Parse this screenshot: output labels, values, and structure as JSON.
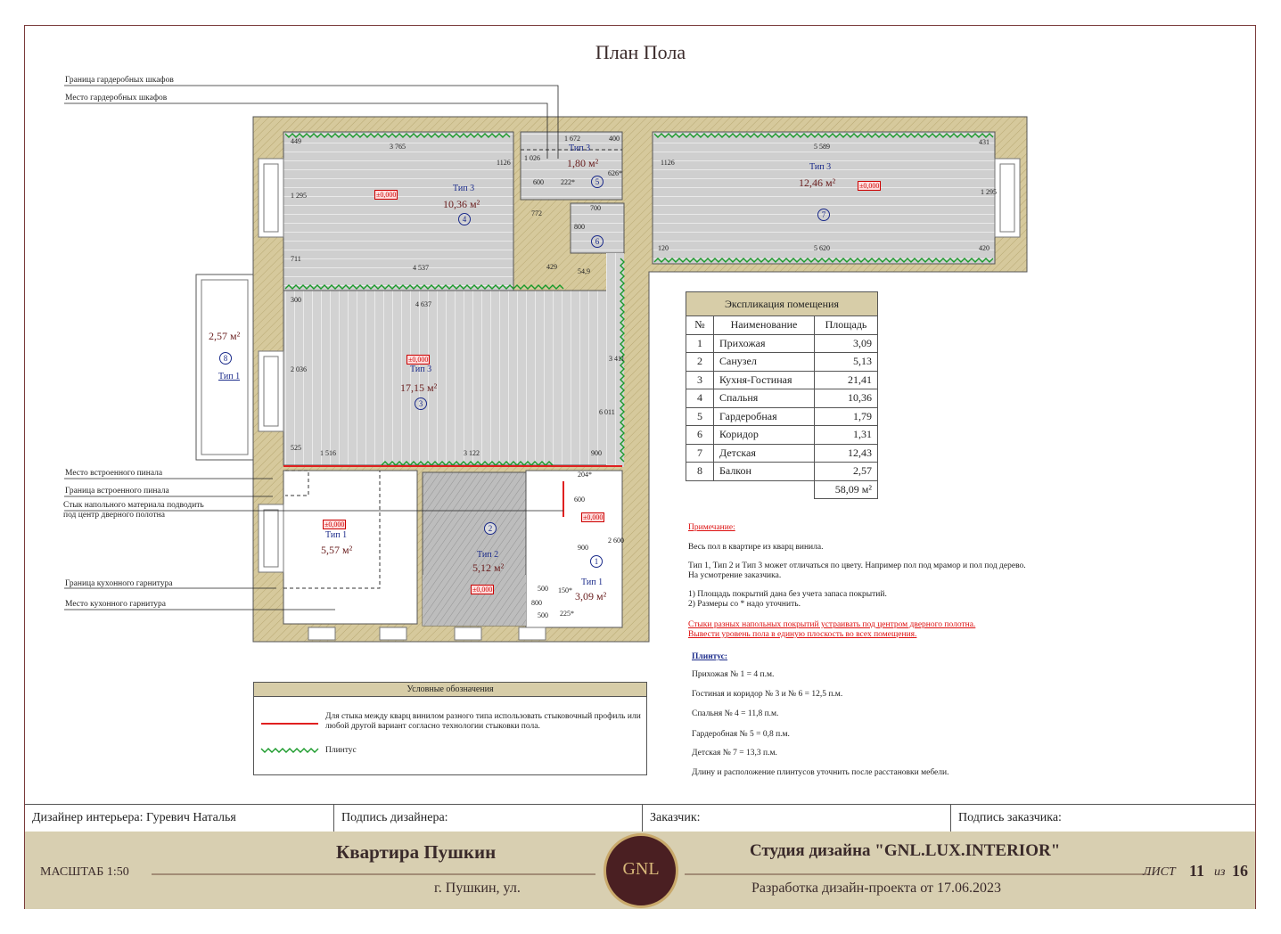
{
  "page_title": "План Пола",
  "callouts": {
    "wardrobe_border": "Граница гардеробных шкафов",
    "wardrobe_place": "Место гардеробных шкафов",
    "builtin_place": "Место встроенного пинала",
    "builtin_border": "Граница встроенного пинала",
    "joint_note_1": "Стык напольного материала подводить",
    "joint_note_2": "под центр дверного полотна",
    "kitchen_border": "Граница кухонного гарнитура",
    "kitchen_place": "Место кухонного гарнитура"
  },
  "rooms": [
    {
      "num": "4",
      "type": "Тип 3",
      "area": "10,36 м²",
      "level": "±0,000"
    },
    {
      "num": "5",
      "type": "Тип 3",
      "area": "1,80 м²"
    },
    {
      "num": "7",
      "type": "Тип 3",
      "area": "12,46 м²",
      "level": "±0,000"
    },
    {
      "num": "6",
      "type": "",
      "area": ""
    },
    {
      "num": "3",
      "type": "Тип 3",
      "area": "17,15 м²",
      "level": "±0,000"
    },
    {
      "num": "8",
      "type": "Тип 1",
      "area": "2,57 м²"
    },
    {
      "num": "",
      "type": "Тип 1",
      "area": "5,57 м²",
      "level": "±0,000"
    },
    {
      "num": "2",
      "type": "Тип 2",
      "area": "5,12 м²",
      "level": "±0,000"
    },
    {
      "num": "1",
      "type": "Тип 1",
      "area": "3,09 м²",
      "level": "±0,000"
    }
  ],
  "dims": [
    "3 765",
    "1 672",
    "400",
    "5 589",
    "449",
    "1126",
    "1 026",
    "1126",
    "431",
    "1 295",
    "1 295",
    "600",
    "222*",
    "626*",
    "772",
    "700",
    "800",
    "4 537",
    "429",
    "5 620",
    "120",
    "420",
    "711",
    "54,9",
    "4 637",
    "300",
    "2 036",
    "3 411",
    "6 011",
    "525",
    "1 516",
    "3 122",
    "900",
    "204*",
    "600",
    "900",
    "2 600",
    "500",
    "150*",
    "800",
    "225*",
    "500"
  ],
  "explication": {
    "title": "Экспликация помещения",
    "headers": [
      "№",
      "Наименование",
      "Площадь"
    ],
    "rows": [
      [
        "1",
        "Прихожая",
        "3,09"
      ],
      [
        "2",
        "Санузел",
        "5,13"
      ],
      [
        "3",
        "Кухня-Гостиная",
        "21,41"
      ],
      [
        "4",
        "Спальня",
        "10,36"
      ],
      [
        "5",
        "Гардеробная",
        "1,79"
      ],
      [
        "6",
        "Коридор",
        "1,31"
      ],
      [
        "7",
        "Детская",
        "12,43"
      ],
      [
        "8",
        "Балкон",
        "2,57"
      ]
    ],
    "total": "58,09 м²"
  },
  "notes": {
    "heading": "Примечание:",
    "p1": "Весь пол в квартире из кварц винила.",
    "p2a": "Тип 1, Тип 2 и Тип 3 может отличаться по цвету. Например пол под мрамор и пол под дерево.",
    "p2b": "На усмотрение заказчика.",
    "p3a": "1) Площадь покрытий дана без учета запаса покрытий.",
    "p3b": "2) Размеры со * надо уточнить.",
    "red1": "Стыки разных напольных покрытий устраивать под центром дверного полотна.",
    "red2": "Вывести уровень пола в единую плоскость во всех помещения.",
    "plinth_heading": "Плинтус:",
    "pl1": "Прихожая № 1 = 4 п.м.",
    "pl2": "Гостиная и коридор № 3 и № 6 =  12,5 п.м.",
    "pl3": "Спальня № 4 = 11,8 п.м.",
    "pl4": "Гардеробная № 5 = 0,8 п.м.",
    "pl5": "Детская № 7 = 13,3 п.м.",
    "pl6": "Длину и расположение плинтусов уточнить после расстановки мебели."
  },
  "legend": {
    "title": "Условные обозначения",
    "item1": "Для стыка между кварц винилом разного типа использовать стыковочный профиль или любой другой вариант согласно технологии стыковки пола.",
    "item2": "Плинтус"
  },
  "stamp": {
    "designer": "Дизайнер интерьера: Гуревич Наталья",
    "designer_sign": "Подпись дизайнера:",
    "client": "Заказчик:",
    "client_sign": "Подпись заказчика:",
    "scale": "МАСШТАБ 1:50",
    "project": "Квартира Пушкин",
    "address": "г. Пушкин, ул.",
    "logo": "GNL",
    "studio": "Студия дизайна \"GNL.LUX.INTERIOR\"",
    "dev": "Разработка дизайн-проекта от 17.06.2023",
    "sheet_label": "ЛИСТ",
    "sheet_num": "11",
    "sheet_of": "из",
    "sheet_total": "16"
  },
  "colors": {
    "wall": "#d6c99c",
    "plinth": "#1a9a2a",
    "joint": "#e02020",
    "accent": "#6b2020"
  }
}
